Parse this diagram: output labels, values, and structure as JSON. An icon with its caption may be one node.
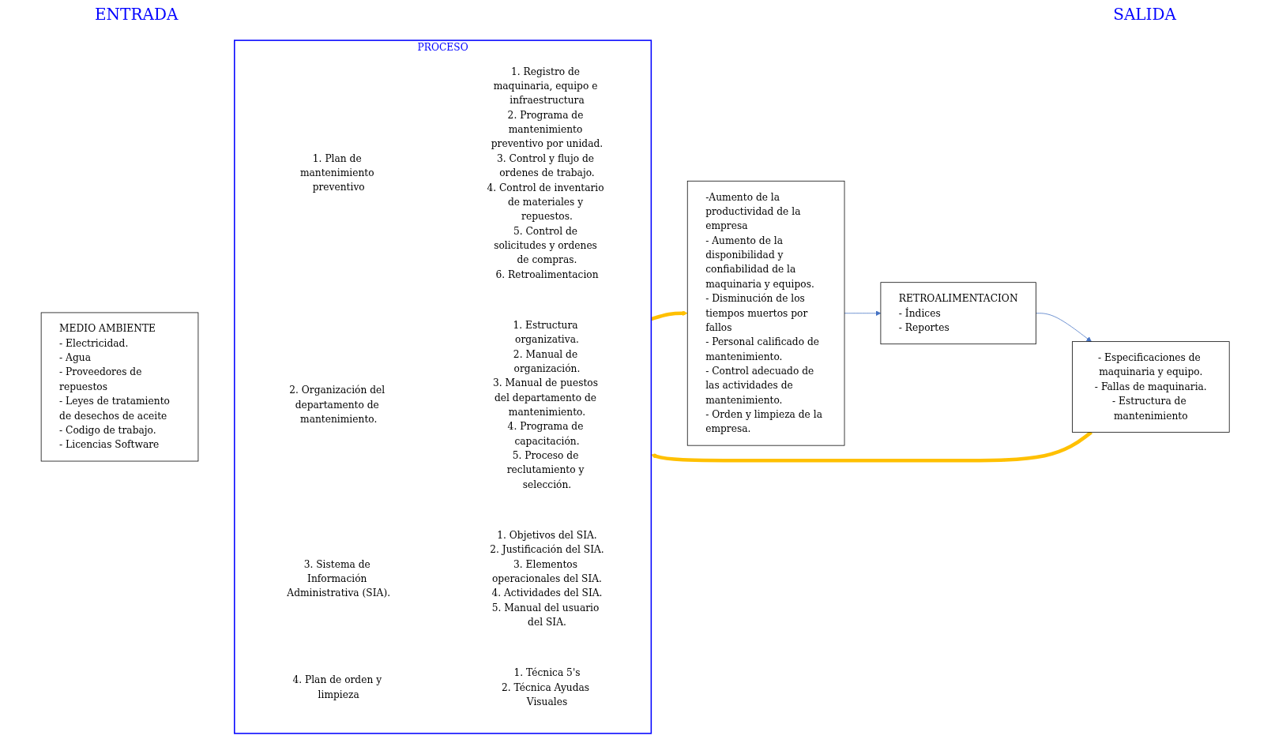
{
  "diagram": {
    "nodes": [
      {
        "text": [
          "MEDIO AMBIENTE",
          "- Electricidad.",
          "- Agua",
          "- Proveedores de repuestos",
          "- Leyes de tratamiento de desechos de aceite",
          "- Codigo de trabajo.",
          "- Licencias Software"
        ]
      },
      {
        "text": [
          "- Especificaciones de maquinaria y equipo.",
          "- Fallas de maquinaria.",
          "- Estructura de mantenimiento"
        ]
      },
      {
        "text": [
          "PROCESO"
        ]
      },
      {
        "text": [
          "1. Plan de mantenimiento preventivo"
        ],
        "in": 2
      },
      {
        "text": [
          "1. Registro de maquinaria, equipo e infraestructura",
          "2. Programa de mantenimiento preventivo por unidad.",
          "3. Control y flujo de ordenes de trabajo.",
          "4. Control de inventario de materiales y repuestos.",
          "5. Control de solicitudes y ordenes de compras.",
          "6. Retroalimentacion"
        ],
        "in": 2
      },
      {
        "text": [
          "2. Organización del departamento de mantenimiento."
        ],
        "in": 2
      },
      {
        "text": [
          "1. Estructura organizativa.",
          "2. Manual de organización.",
          "3. Manual de puestos del departamento de mantenimiento.",
          "4. Programa de capacitación.",
          "5. Proceso de reclutamiento y selección."
        ],
        "in": 2
      },
      {
        "text": [
          "3. Sistema de Información Administrativa (SIA)."
        ],
        "in": 2
      },
      {
        "text": [
          "1. Objetivos del SIA.",
          "2. Justificación del SIA.",
          "3. Elementos operacionales del SIA.",
          "4. Actividades del SIA.",
          "5. Manual del usuario del SIA."
        ],
        "in": 2
      },
      {
        "text": [
          "4. Plan de orden y limpieza"
        ],
        "in": 2
      },
      {
        "text": [
          "1. Técnica 5's",
          "2. Técnica Ayudas Visuales"
        ],
        "in": 2
      },
      {
        "text": [
          "-Aumento de la productividad de la empresa",
          "- Aumento de la disponibilidad y confiabilidad de la maquinaria y equipos.",
          "- Disminución de los tiempos muertos por fallos",
          "- Personal calificado de mantenimiento.",
          "- Control adecuado de las actividades de mantenimiento.",
          "- Orden y limpieza de la empresa."
        ]
      },
      {
        "text": [
          "RETROALIMENTACION",
          "- Índices",
          "- Reportes"
        ]
      }
    ],
    "edges": [
      {
        "from": 1,
        "to": 2,
        "arrow": "to",
        "style": "thick",
        "color": "#ffc000"
      },
      {
        "from": 2,
        "to": 11,
        "arrow": "to",
        "style": "thick",
        "color": "#ffc000"
      },
      {
        "from": 11,
        "to": 12,
        "arrow": "to",
        "color": "#4472c4"
      },
      {
        "from": 12,
        "to": 1,
        "arrow": "to",
        "color": "#4472c4"
      }
    ],
    "labels": [
      "ENTRADA",
      "SALIDA"
    ]
  }
}
